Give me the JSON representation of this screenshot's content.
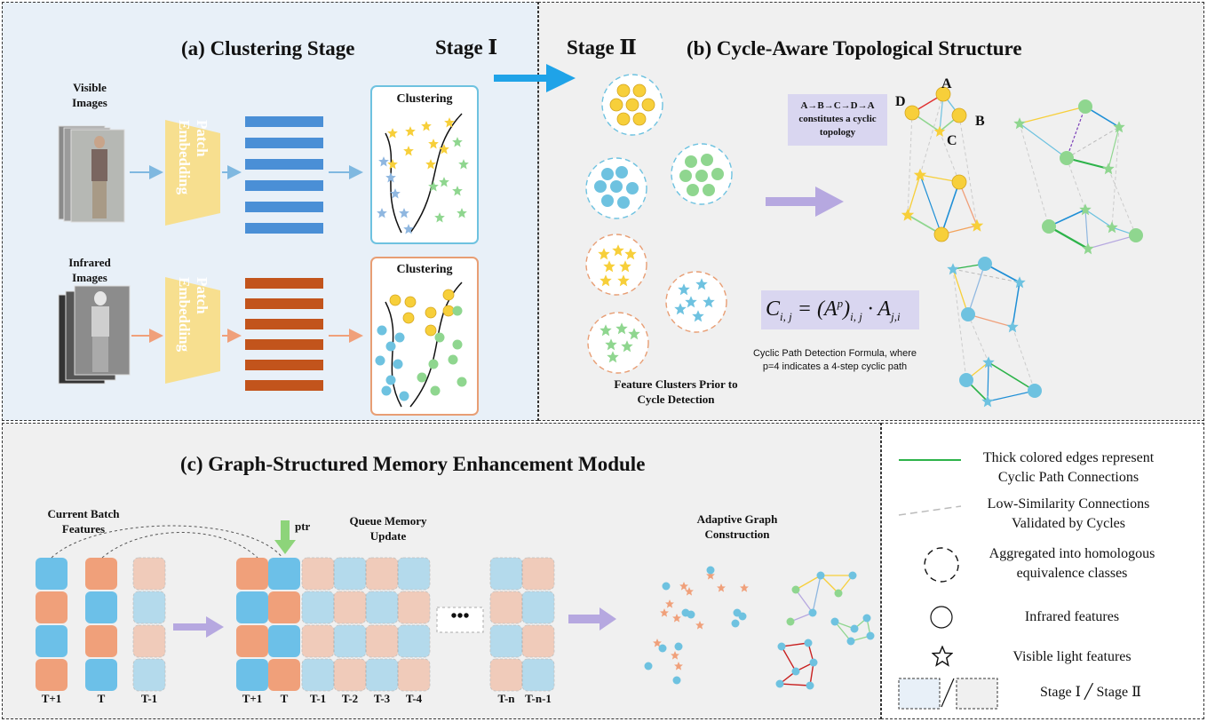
{
  "stage_a": {
    "title": "(a) Clustering Stage",
    "stage_label": "Stage Ⅰ",
    "visible_label": "Visible Images",
    "infrared_label": "Infrared Images",
    "patch_embedding": "Patch Embedding",
    "clustering_label": "Clustering",
    "colors": {
      "visible_token": "#4a8fd6",
      "infrared_token": "#c2541c",
      "trapezoid": "#f7df8f",
      "panel_bg": "#e8f0f8"
    }
  },
  "stage_b": {
    "title": "(b) Cycle-Aware Topological Structure",
    "stage_label": "Stage Ⅱ",
    "cycle_note": "A→B→C→D→A constitutes a cyclic topology",
    "node_labels": [
      "A",
      "B",
      "C",
      "D"
    ],
    "formula": "C_{i,j} = (A^p)_{i,j} · A_{j,i}",
    "formula_caption": "Cyclic Path Detection Formula, where p=4 indicates a 4-step cyclic path",
    "clusters_caption": "Feature Clusters Prior to Cycle Detection",
    "colors": {
      "panel_bg": "#f0f0f0",
      "arrow": "#b6a8e0",
      "yellow": "#f7cf3a",
      "blue": "#6ec2e0",
      "green": "#8fd68f"
    }
  },
  "stage_c": {
    "title": "(c) Graph-Structured Memory Enhancement Module",
    "current_batch": "Current Batch Features",
    "ptr": "ptr",
    "queue_update": "Queue Memory Update",
    "adaptive_graph": "Adaptive Graph Construction",
    "batch_labels": [
      "T+1",
      "T",
      "T-1"
    ],
    "queue_labels": [
      "T+1",
      "T",
      "T-1",
      "T-2",
      "T-3",
      "T-4"
    ],
    "tail_labels": [
      "T-n",
      "T-n-1"
    ],
    "ellipsis": "•••",
    "colors": {
      "orange": "#f0a07a",
      "blue": "#6cc0e8"
    }
  },
  "legend": {
    "items": [
      {
        "icon": "green-edge-icon",
        "text": "Thick colored edges represent Cyclic Path Connections"
      },
      {
        "icon": "dashed-edge-icon",
        "text": "Low-Similarity Connections Validated by Cycles"
      },
      {
        "icon": "dashed-circle-icon",
        "text": "Aggregated into homologous equivalence classes"
      },
      {
        "icon": "circle-icon",
        "text": "Infrared features"
      },
      {
        "icon": "star-icon",
        "text": "Visible light features"
      },
      {
        "icon": "stage-swatch-icon",
        "text": "Stage Ⅰ ╱ Stage Ⅱ"
      }
    ]
  }
}
